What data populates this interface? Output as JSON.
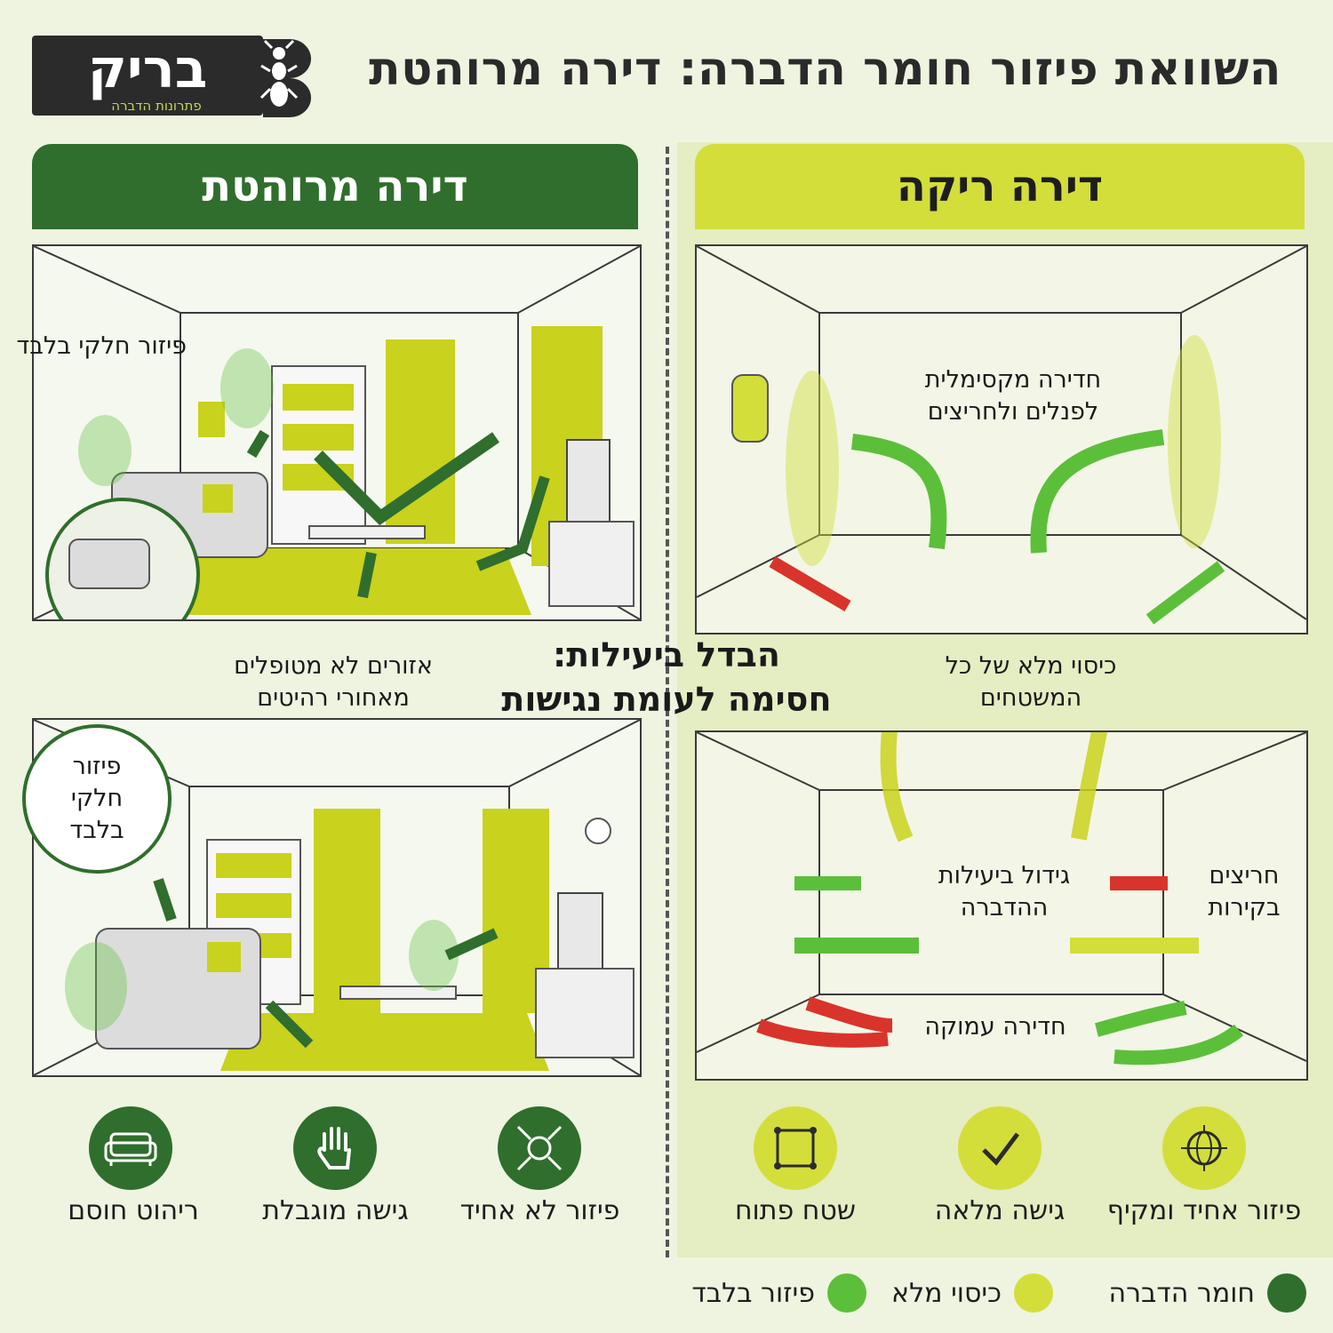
{
  "title": "השוואת פיזור חומר הדברה: דירה מרוהטת",
  "logo": {
    "name": "בריק",
    "tagline": "פתרונות הדברה"
  },
  "colors": {
    "dark_green": "#2f6e2c",
    "yellow_green": "#d3de3a",
    "light_green": "#5cbf3a",
    "red": "#d9342b"
  },
  "left": {
    "header": "דירה מרוהטת",
    "labels": {
      "partial_top": "פיזור חלקי בלבד",
      "untreated": "אזורים לא מטופלים מאחורי רהיטים",
      "partial_bottom": "פיזור חלקי בלבד"
    },
    "icons": [
      {
        "icon": "sofa-icon",
        "label": "ריהוט חוסם"
      },
      {
        "icon": "hand-icon",
        "label": "גישה מוגבלת"
      },
      {
        "icon": "scatter-icon",
        "label": "פיזור לא אחיד"
      }
    ]
  },
  "right": {
    "header": "דירה ריקה",
    "labels": {
      "max_penetration": "חדירה מקסימלית לפנלים ולחריצים",
      "full_coverage": "כיסוי מלא של כל המשטחים",
      "increased_efficacy": "גידול ביעילות ההדברה",
      "wall_cracks": "חריצים בקירות",
      "deep_penetration": "חדירה עמוקה"
    },
    "icons": [
      {
        "icon": "open-space-icon",
        "label": "שטח פתוח"
      },
      {
        "icon": "check-icon",
        "label": "גישה מלאה"
      },
      {
        "icon": "globe-icon",
        "label": "פיזור אחיד ומקיף"
      }
    ]
  },
  "center": {
    "line1": "הבדל ביעילות:",
    "line2": "חסימה לעומת נגישות"
  },
  "legend": [
    {
      "label": "חומר הדברה",
      "color": "#2f6e2c"
    },
    {
      "label": "כיסוי מלא",
      "color": "#d3de3a"
    },
    {
      "label": "פיזור בלבד",
      "color": "#5cbf3a"
    }
  ]
}
